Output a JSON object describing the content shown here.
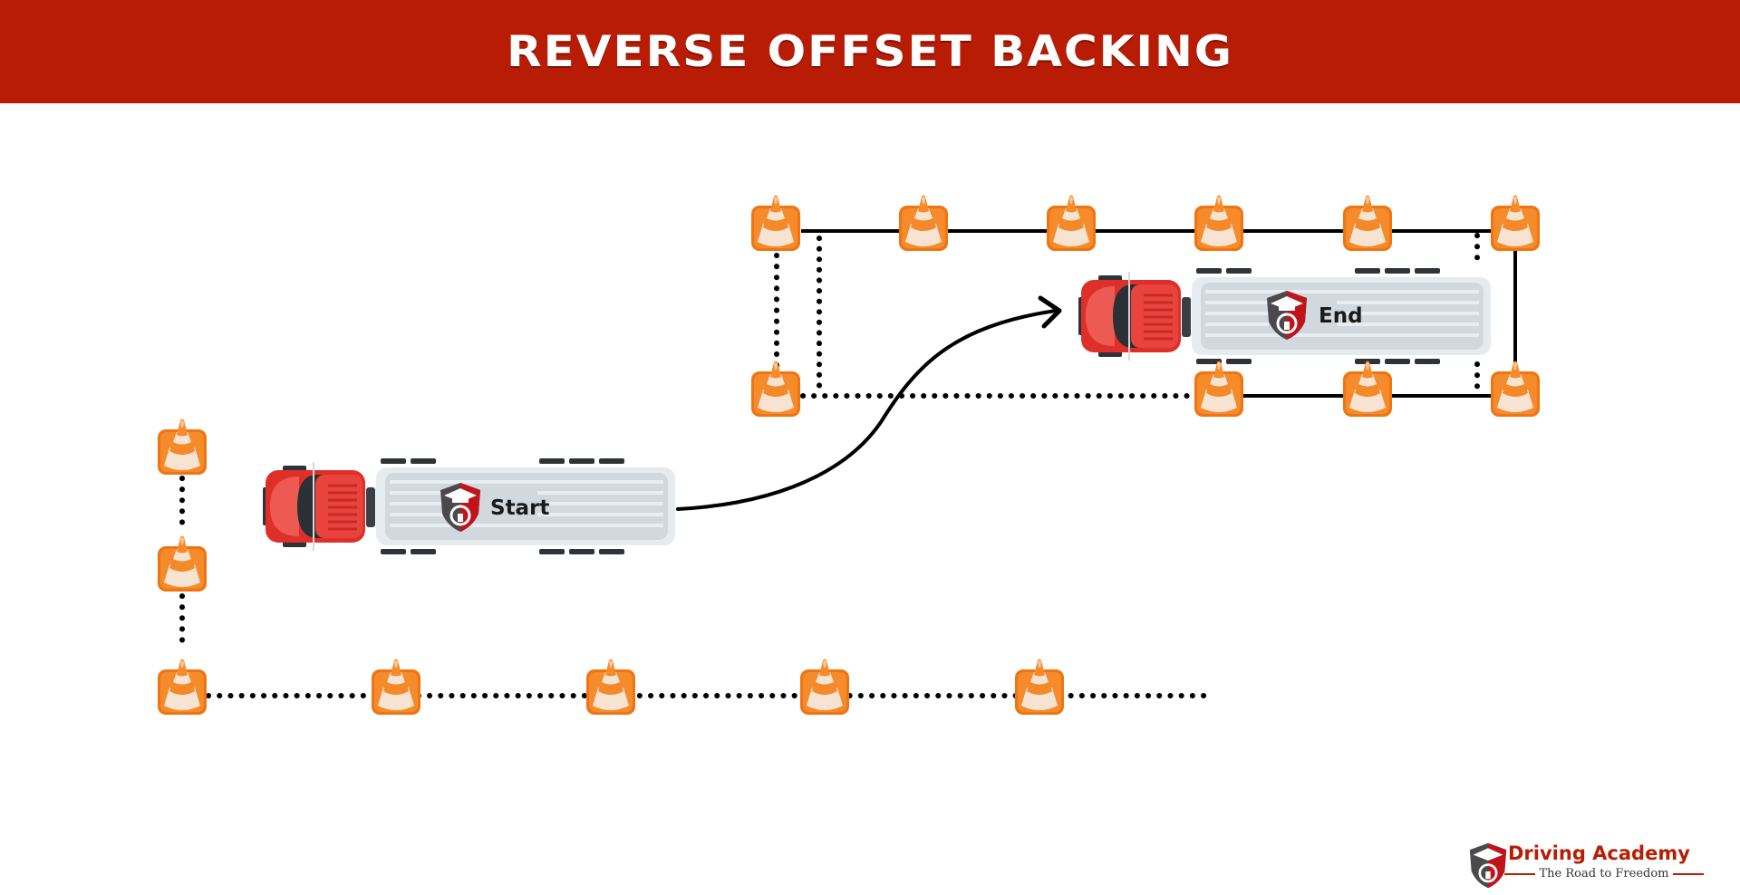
{
  "header": {
    "title": "REVERSE OFFSET BACKING"
  },
  "diagram": {
    "start_truck": {
      "label": "Start"
    },
    "end_truck": {
      "label": "End"
    },
    "path": {
      "description": "curved backing path from Start truck to End position",
      "arrow": "arrow-right"
    },
    "cone_groups": {
      "start_area": {
        "count": 7
      },
      "end_box": {
        "count": 10
      }
    },
    "colors": {
      "header": "#b81c04",
      "cone_orange": "#f07a1a",
      "truck_red": "#e63a36",
      "trailer": "#d9dee3",
      "line": "#000000"
    }
  },
  "logo": {
    "name": "Driving Academy",
    "tagline": "The Road to Freedom"
  }
}
